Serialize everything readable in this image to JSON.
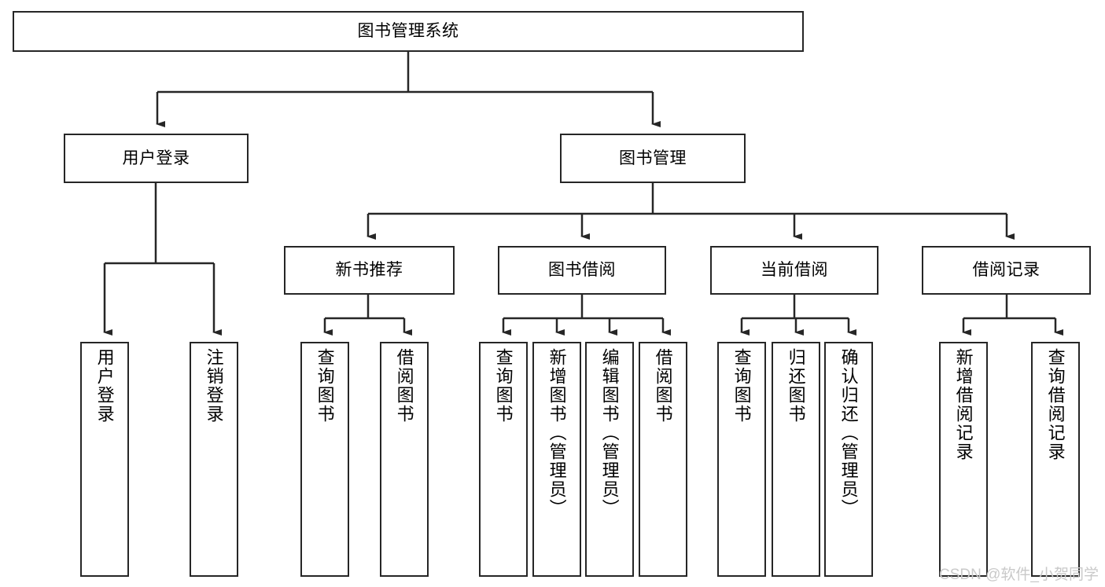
{
  "diagram": {
    "title": "图书管理系统",
    "type": "tree-hierarchy-diagram",
    "orientation": "top-down",
    "colors": {
      "background": "#ffffff",
      "box_border": "#262626",
      "box_fill": "#ffffff",
      "connector": "#262626",
      "text": "#000000",
      "watermark": "#c9c9c9"
    }
  },
  "nodes": {
    "root": {
      "label": "图书管理系统"
    },
    "level2": [
      {
        "label": "用户登录"
      },
      {
        "label": "图书管理"
      }
    ],
    "level3": [
      {
        "label": "新书推荐"
      },
      {
        "label": "图书借阅"
      },
      {
        "label": "当前借阅"
      },
      {
        "label": "借阅记录"
      }
    ],
    "leaves": {
      "user_login": [
        {
          "label": "用户登录"
        },
        {
          "label": "注销登录"
        }
      ],
      "new_book_recommend": [
        {
          "label": "查询图书"
        },
        {
          "label": "借阅图书"
        }
      ],
      "book_borrow": [
        {
          "label": "查询图书"
        },
        {
          "label": "新增图书（管理员）"
        },
        {
          "label": "编辑图书（管理员）"
        },
        {
          "label": "借阅图书"
        }
      ],
      "current_borrow": [
        {
          "label": "查询图书"
        },
        {
          "label": "归还图书"
        },
        {
          "label": "确认归还（管理员）"
        }
      ],
      "borrow_record": [
        {
          "label": "新增借阅记录"
        },
        {
          "label": "查询借阅记录"
        }
      ]
    }
  },
  "watermark": {
    "text": "CSDN @软件_小贺同学"
  }
}
